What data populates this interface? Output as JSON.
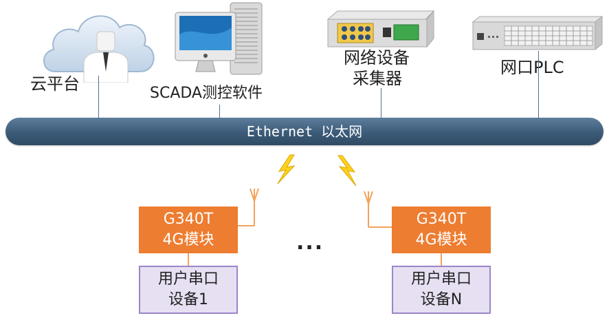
{
  "cloud_label": "云平台",
  "scada_label": "SCADA测控软件",
  "collector_label_line1": "网络设备",
  "collector_label_line2": "采集器",
  "plc_label": "网口PLC",
  "bus_label": "Ethernet 以太网",
  "module_left": {
    "line1": "G340T",
    "line2": "4G模块"
  },
  "module_right": {
    "line1": "G340T",
    "line2": "4G模块"
  },
  "device_left": {
    "line1": "用户串口",
    "line2": "设备1"
  },
  "device_right": {
    "line1": "用户串口",
    "line2": "设备N"
  },
  "ellipsis": "...",
  "colors": {
    "bus": "#3c5b78",
    "module": "#ed7d31",
    "device_fill": "#e6e0f2",
    "device_border": "#9b85c9",
    "lightning": "#ffd21a",
    "antenna": "#f2a35a"
  }
}
